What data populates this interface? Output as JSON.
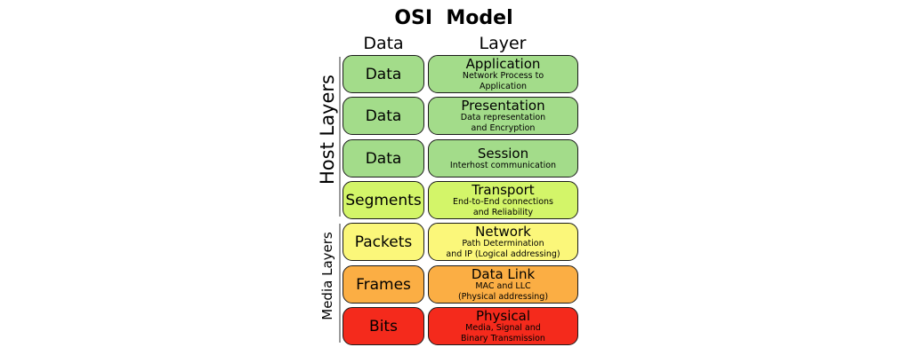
{
  "title": "OSI  Model",
  "columns": {
    "data": "Data",
    "layer": "Layer"
  },
  "groups": {
    "host": "Host Layers",
    "media": "Media Layers"
  },
  "colors": {
    "green": "#a3dc8a",
    "lime": "#d3f569",
    "yellow": "#fbf77a",
    "orange": "#fbae44",
    "red": "#f42a1c"
  },
  "rows": [
    {
      "data": "Data",
      "layer": "Application",
      "desc1": "Network Process to",
      "desc2": "Application",
      "color": "#a3dc8a"
    },
    {
      "data": "Data",
      "layer": "Presentation",
      "desc1": "Data representation",
      "desc2": "and Encryption",
      "color": "#a3dc8a"
    },
    {
      "data": "Data",
      "layer": "Session",
      "desc1": "Interhost communication",
      "desc2": "",
      "color": "#a3dc8a"
    },
    {
      "data": "Segments",
      "layer": "Transport",
      "desc1": "End-to-End connections",
      "desc2": "and Reliability",
      "color": "#d3f569"
    },
    {
      "data": "Packets",
      "layer": "Network",
      "desc1": "Path Determination",
      "desc2": "and IP (Logical addressing)",
      "color": "#fbf77a"
    },
    {
      "data": "Frames",
      "layer": "Data Link",
      "desc1": "MAC and LLC",
      "desc2": "(Physical addressing)",
      "color": "#fbae44"
    },
    {
      "data": "Bits",
      "layer": "Physical",
      "desc1": "Media, Signal and",
      "desc2": "Binary Transmission",
      "color": "#f42a1c"
    }
  ]
}
